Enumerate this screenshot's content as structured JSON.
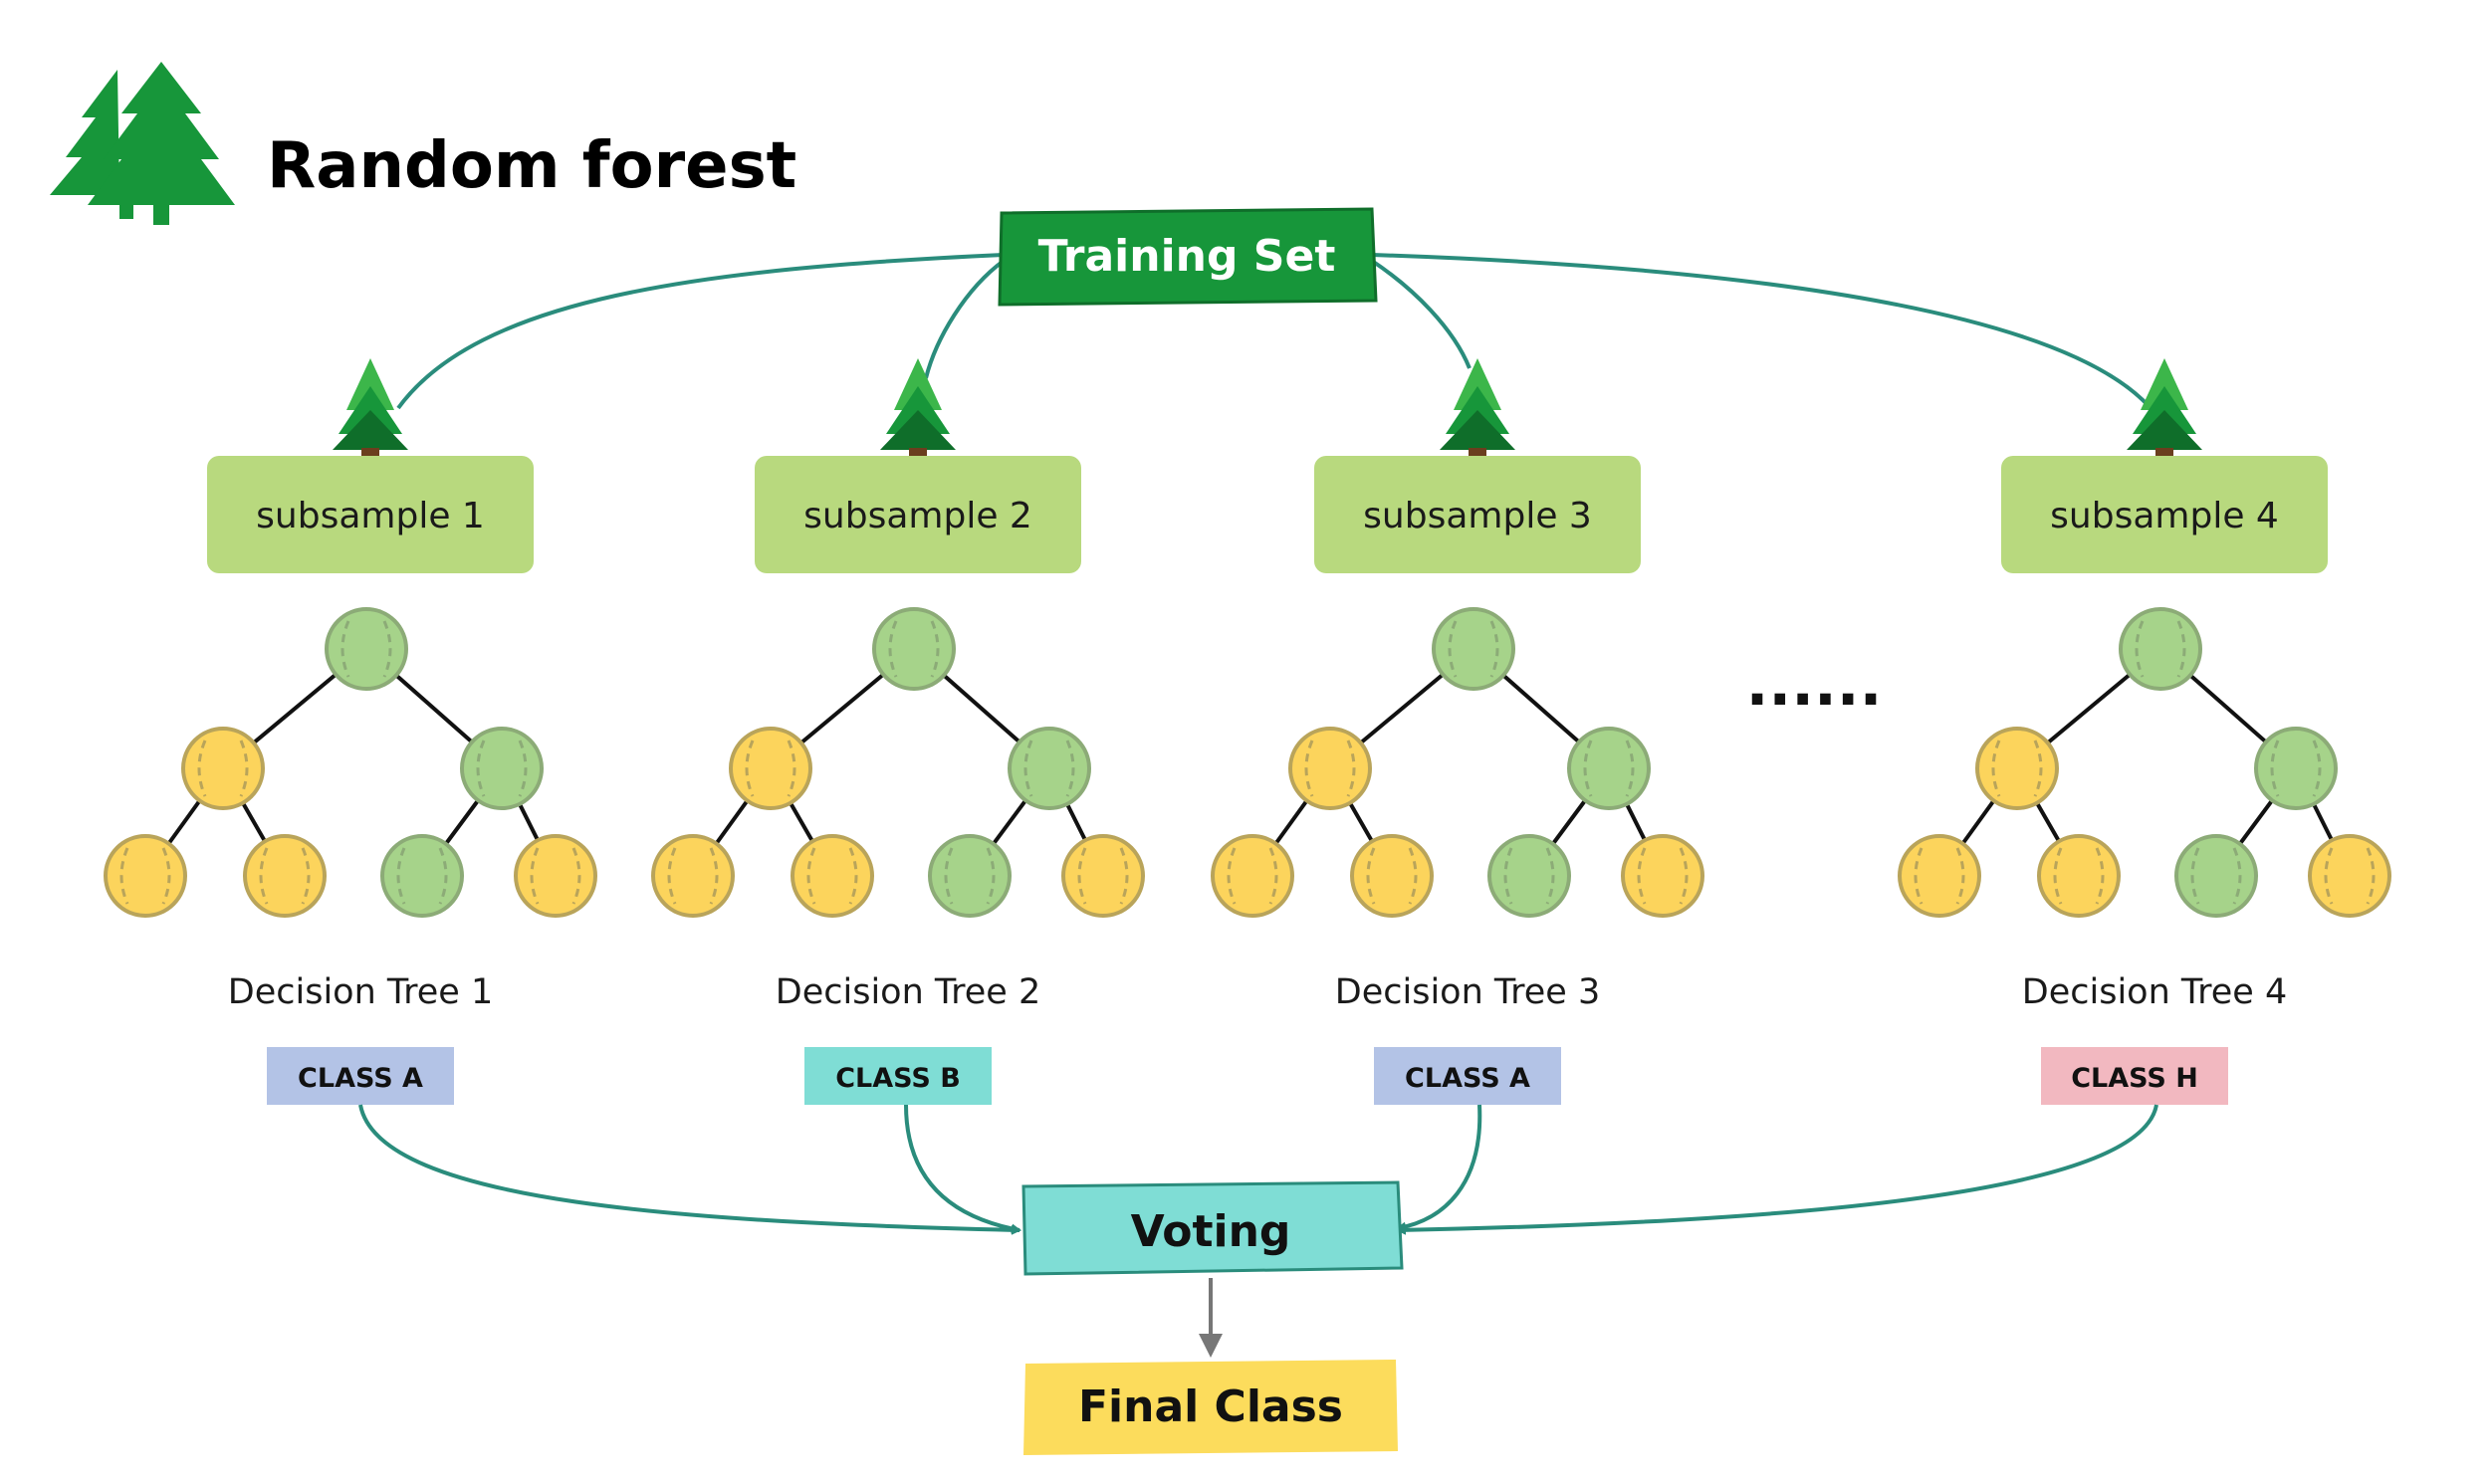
{
  "title": "Random forest",
  "training_set": "Training Set",
  "ellipsis": "......",
  "voting": "Voting",
  "final_class": "Final Class",
  "colors": {
    "green_dark": "#17963a",
    "teal_line": "#2a8c7c",
    "subsample_fill": "#b8d97e",
    "node_green": "#a6d38a",
    "node_yellow": "#fcd45c",
    "voting_fill": "#7fddd5",
    "final_fill": "#fcdc5c",
    "class_a": "#b3c3e6",
    "class_b": "#7fddd5",
    "class_h": "#f2b8c0"
  },
  "trees": [
    {
      "subsample": "subsample 1",
      "label": "Decision Tree 1",
      "class": "CLASS A",
      "class_color": "#b3c3e6",
      "nodes": [
        "green",
        "yellow",
        "green",
        "yellow",
        "yellow",
        "green",
        "yellow"
      ]
    },
    {
      "subsample": "subsample 2",
      "label": "Decision Tree 2",
      "class": "CLASS B",
      "class_color": "#7fddd5",
      "nodes": [
        "green",
        "yellow",
        "green",
        "yellow",
        "yellow",
        "green",
        "yellow"
      ]
    },
    {
      "subsample": "subsample 3",
      "label": "Decision Tree 3",
      "class": "CLASS A",
      "class_color": "#b3c3e6",
      "nodes": [
        "green",
        "yellow",
        "green",
        "yellow",
        "yellow",
        "green",
        "yellow"
      ]
    },
    {
      "subsample": "subsample 4",
      "label": "Decision Tree 4",
      "class": "CLASS H",
      "class_color": "#f2b8c0",
      "nodes": [
        "green",
        "yellow",
        "green",
        "yellow",
        "yellow",
        "green",
        "yellow"
      ]
    }
  ]
}
